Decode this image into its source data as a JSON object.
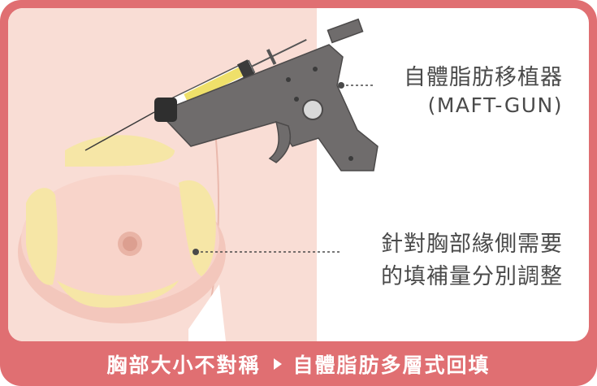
{
  "labels": {
    "gun_name_zh": "自體脂肪移植器",
    "gun_name_en": "(MAFT-GUN)",
    "side_note_line1": "針對胸部緣側需要",
    "side_note_line2": "的填補量分別調整"
  },
  "footer": {
    "left_text": "胸部大小不對稱",
    "right_text": "自體脂肪多層式回填"
  },
  "colors": {
    "frame": "#e06f72",
    "skin": "#f9ddd5",
    "fat_zone": "#f6e6a6",
    "gun_body": "#6f6c6c",
    "syringe_fill": "#efe06a"
  }
}
